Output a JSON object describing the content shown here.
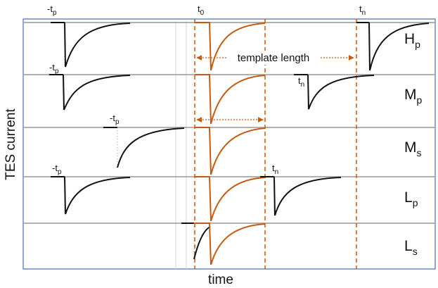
{
  "figure": {
    "y_axis_label": "TES current",
    "x_axis_label": "time",
    "annotation": "template length",
    "colors": {
      "pulse": "#111111",
      "template": "#c55a11",
      "baseline": "#a6a6a6",
      "frame": "#4a6da8"
    }
  },
  "markers": {
    "minus_tp": "-t",
    "t0": "t",
    "tn": "t",
    "sub_p": "p",
    "sub_0": "0",
    "sub_n": "n"
  },
  "rows": [
    {
      "id": "Hp",
      "main": "H",
      "sub": "p"
    },
    {
      "id": "Mp",
      "main": "M",
      "sub": "p"
    },
    {
      "id": "Ms",
      "main": "M",
      "sub": "s"
    },
    {
      "id": "Lp",
      "main": "L",
      "sub": "p"
    },
    {
      "id": "Ls",
      "main": "L",
      "sub": "s"
    }
  ]
}
